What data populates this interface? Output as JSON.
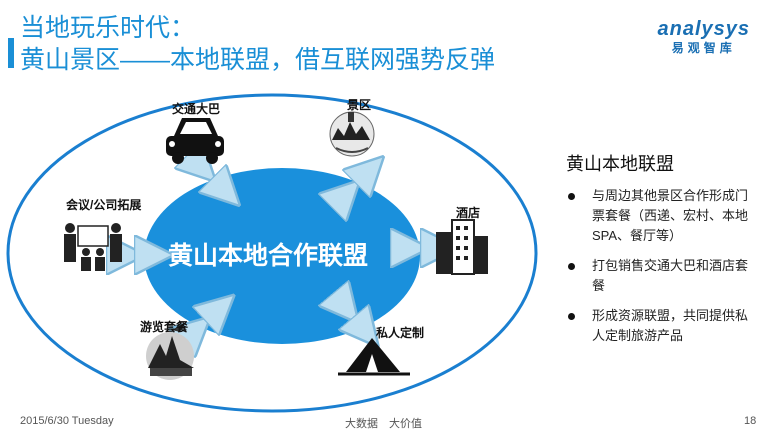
{
  "title": {
    "line1": "当地玩乐时代：",
    "line2": "黄山景区——本地联盟，借互联网强势反弹"
  },
  "logo": {
    "main": "analysys",
    "sub": "易观智库"
  },
  "diagram": {
    "center": "黄山本地合作联盟",
    "nodes": {
      "bus": "交通大巴",
      "scenic": "景区",
      "hotel": "酒店",
      "meeting": "会议/公司拓展",
      "tour": "游览套餐",
      "custom": "私人定制"
    }
  },
  "panel": {
    "title": "黄山本地联盟",
    "bullets": [
      "与周边其他景区合作形成门票套餐（西递、宏村、本地SPA、餐厅等）",
      "打包销售交通大巴和酒店套餐",
      "形成资源联盟，共同提供私人定制旅游产品"
    ]
  },
  "footer": {
    "date": "2015/6/30 Tuesday",
    "slogan": "大数据　大价值",
    "page": "18"
  },
  "colors": {
    "accent": "#1a8fd6",
    "ellipse": "#1a90dc",
    "ring": "#1a7fd0"
  }
}
